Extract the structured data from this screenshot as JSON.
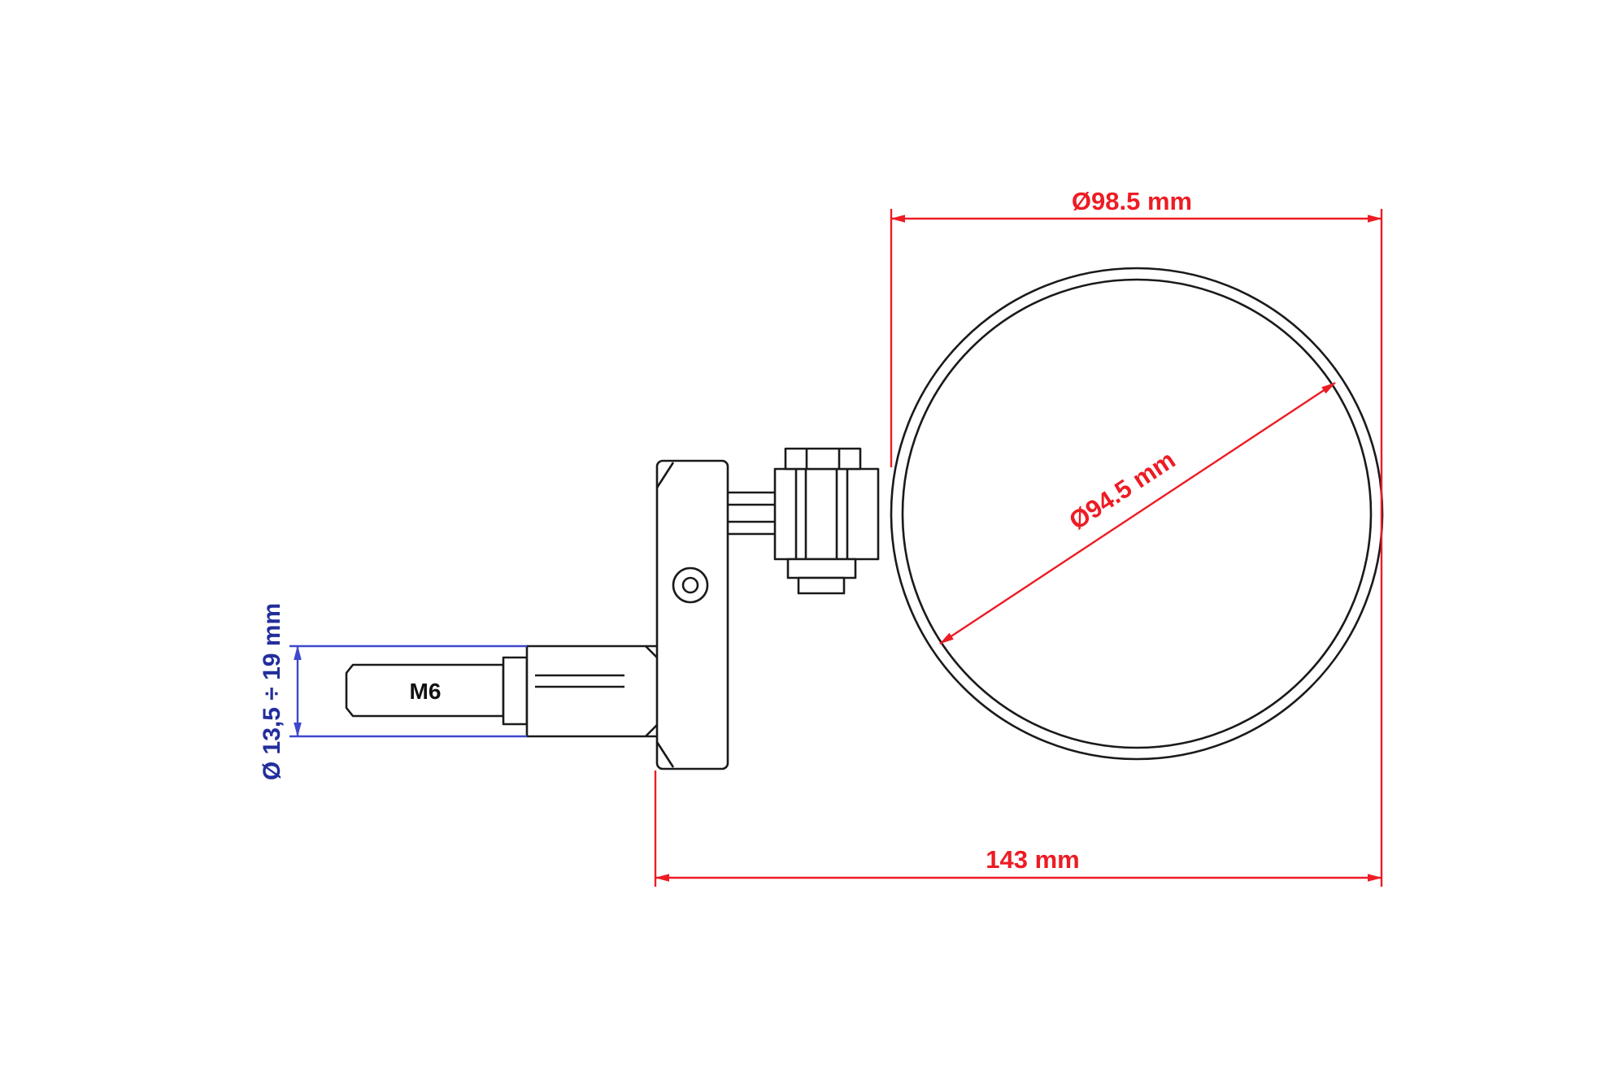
{
  "diagram": {
    "type": "technical-drawing",
    "subject": "Bar-end mirror side view with mounting clamp and expander bolt",
    "background": "#ffffff",
    "colors": {
      "line_black": "#1a1a1a",
      "dimension_red": "#ed1c24",
      "dimension_blue": "#3f48cc",
      "dimension_blue_text": "#232e9c"
    },
    "labels": {
      "outer_diameter": "Ø98.5 mm",
      "glass_diameter": "Ø94.5 mm",
      "overall_length": "143 mm",
      "expander_diameter": "Ø 13,5 ÷ 19 mm",
      "thread": "M6"
    }
  }
}
